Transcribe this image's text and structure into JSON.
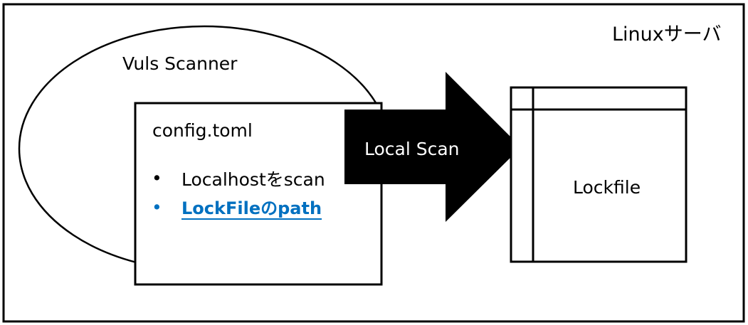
{
  "diagram": {
    "server_label": "Linuxサーバ",
    "scanner_label": "Vuls Scanner",
    "config": {
      "title": "config.toml",
      "items": [
        {
          "bullet": "•",
          "text": "Localhostをscan",
          "color": "#000000"
        },
        {
          "bullet": "•",
          "text": "LockFileのpath",
          "color": "#0070c0",
          "highlighted": true
        }
      ]
    },
    "arrow_label": "Local Scan",
    "lockfile_label": "Lockfile"
  }
}
